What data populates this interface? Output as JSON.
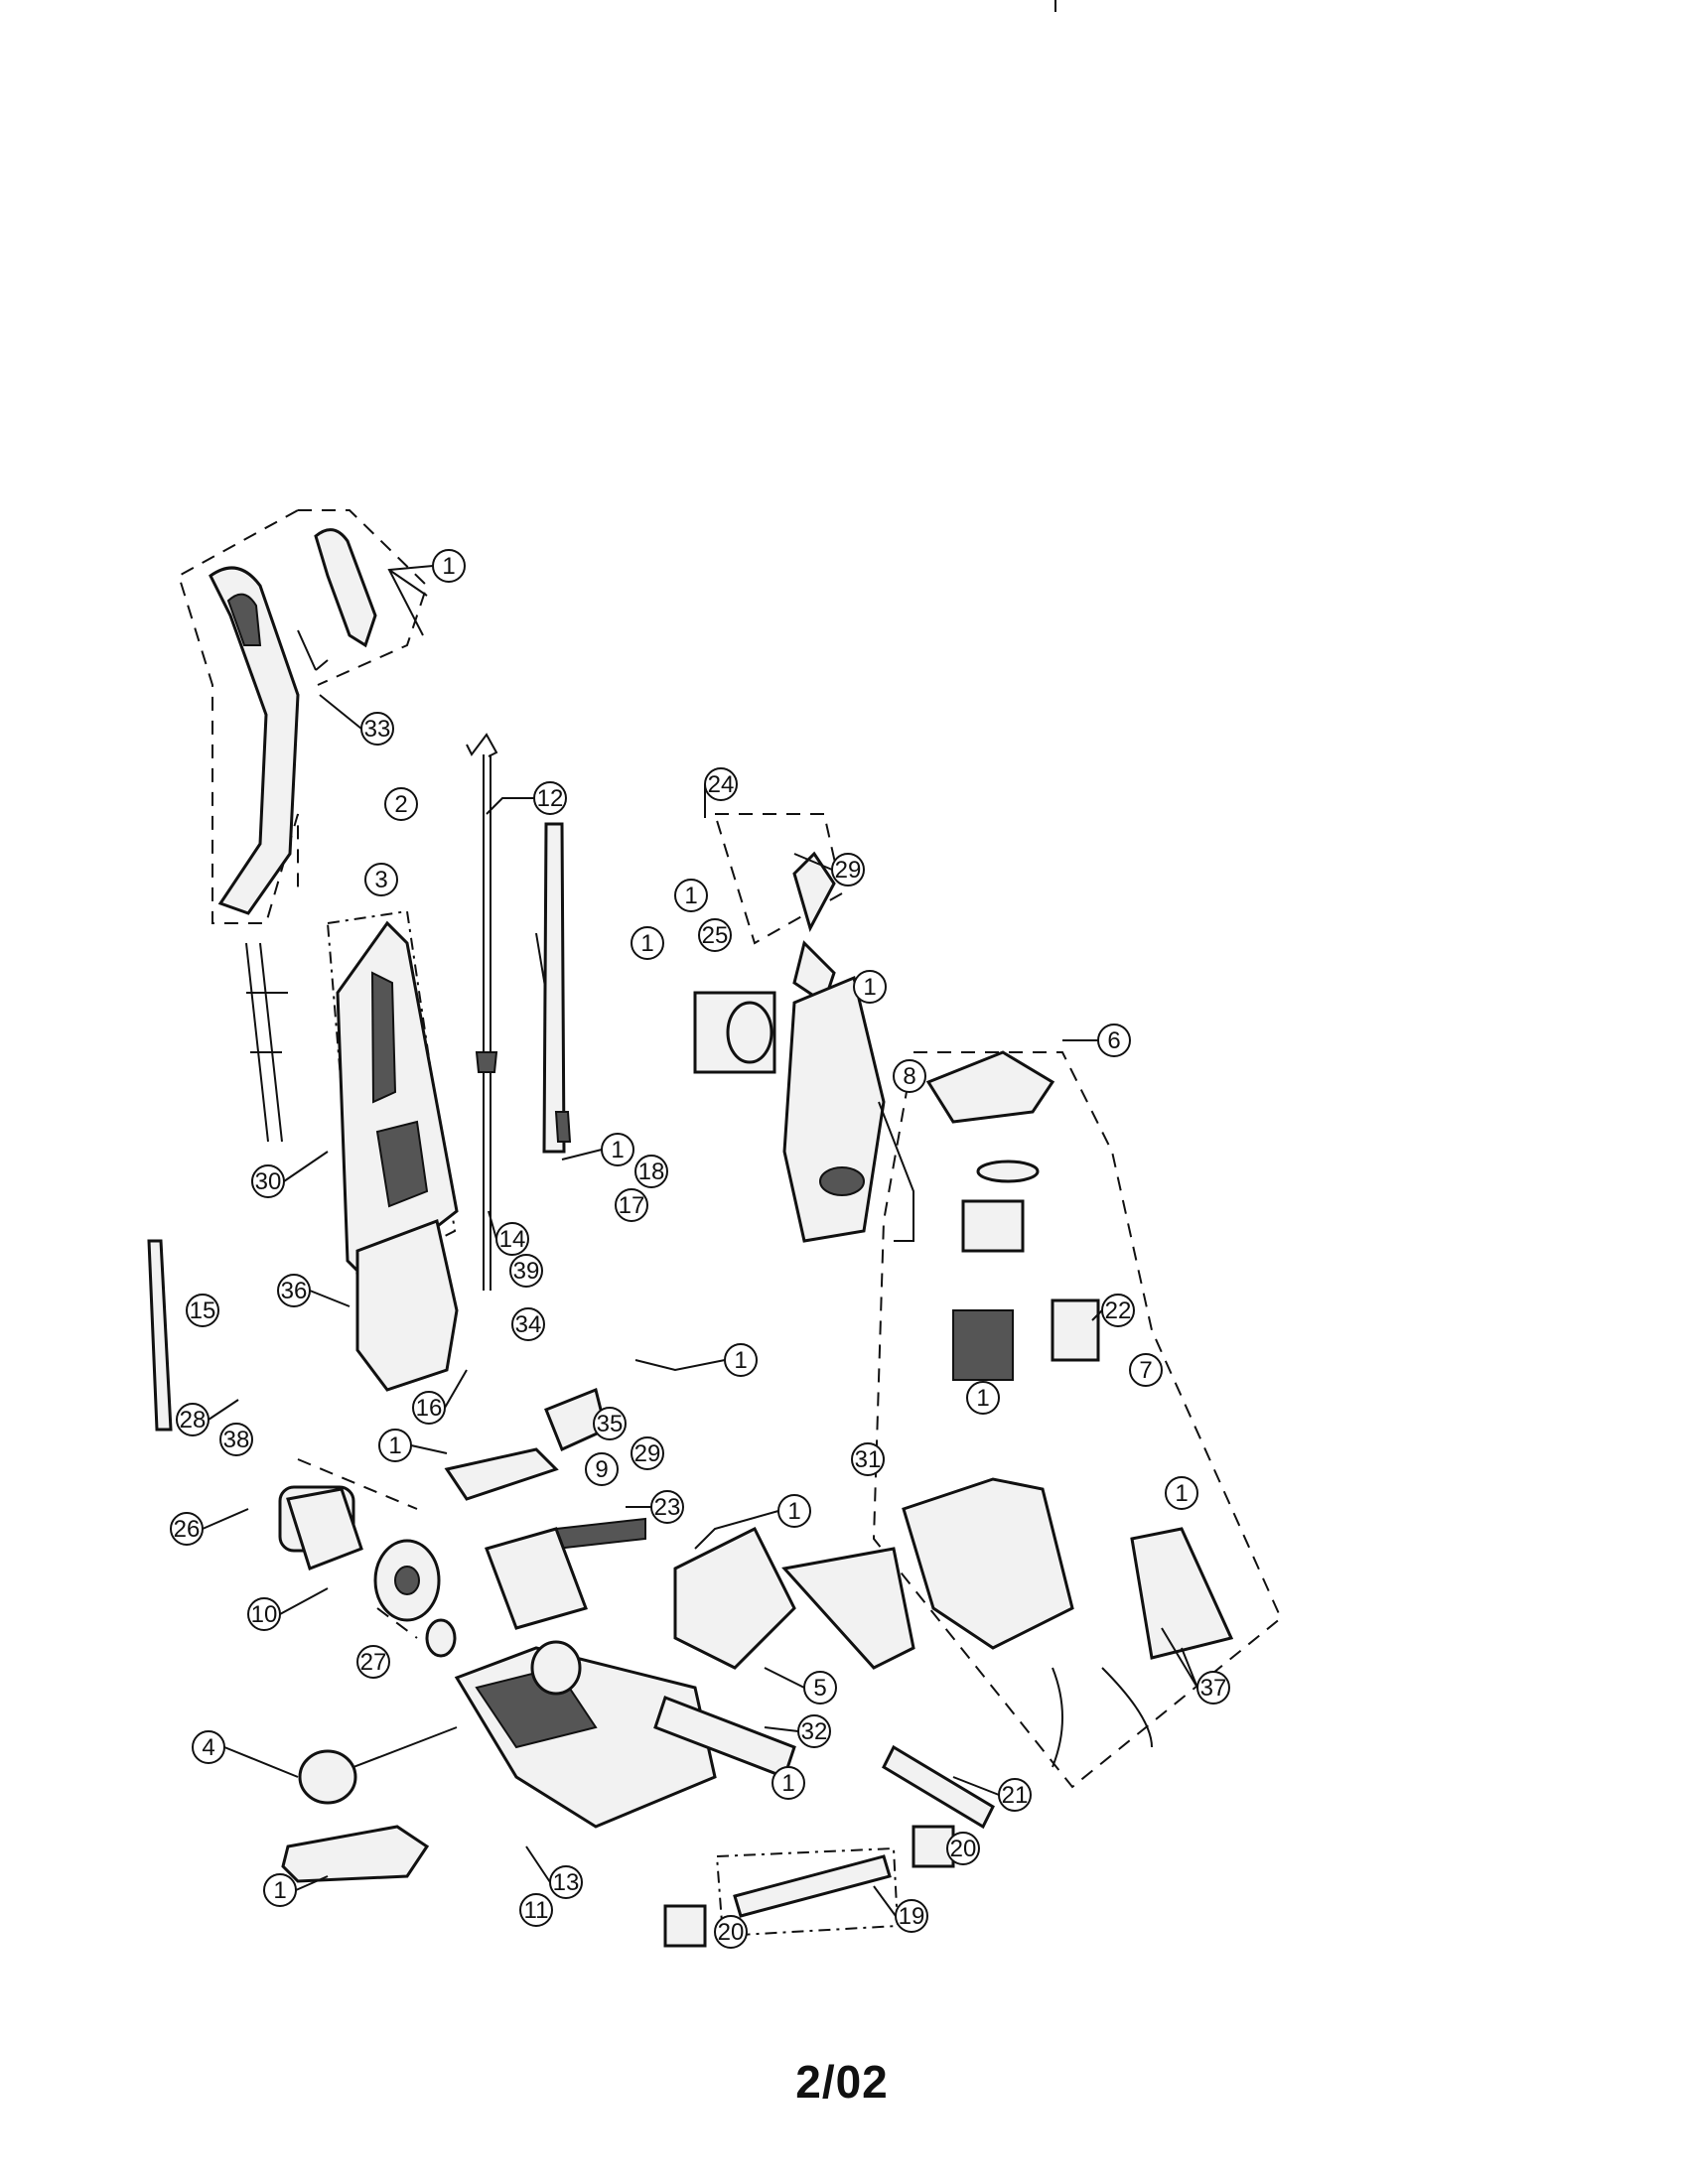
{
  "footer": {
    "date_code": "2/02"
  },
  "callouts": {
    "c1a": "1",
    "c33": "33",
    "c2": "2",
    "c3": "3",
    "c12": "12",
    "c24": "24",
    "c29a": "29",
    "c1b": "1",
    "c25": "25",
    "c1c": "1",
    "c1d": "1",
    "c8": "8",
    "c6": "6",
    "c30": "30",
    "c1e": "1",
    "c18": "18",
    "c17": "17",
    "c14": "14",
    "c39": "39",
    "c36": "36",
    "c15": "15",
    "c34": "34",
    "c1f": "1",
    "c22": "22",
    "c7": "7",
    "c16": "16",
    "c35": "35",
    "c28": "28",
    "c38": "38",
    "c1g": "1",
    "c29b": "29",
    "c9": "9",
    "c31": "31",
    "c1h": "1",
    "c1i": "1",
    "c26": "26",
    "c23": "23",
    "c1j": "1",
    "c10": "10",
    "c27": "27",
    "c5": "5",
    "c37": "37",
    "c4": "4",
    "c32": "32",
    "c1k": "1",
    "c21": "21",
    "c20a": "20",
    "c13": "13",
    "c1l": "1",
    "c11": "11",
    "c19": "19",
    "c20b": "20"
  }
}
